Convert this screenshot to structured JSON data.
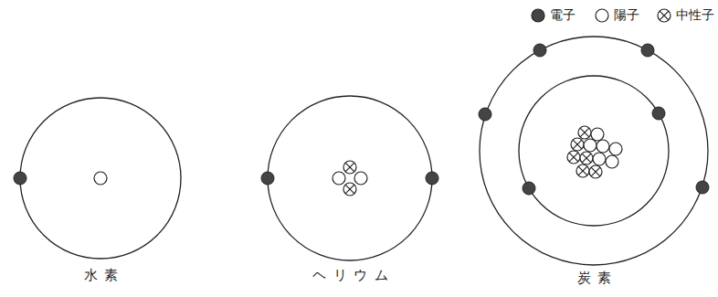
{
  "diagram": {
    "labels": [
      "水素",
      "ヘリウム",
      "炭素"
    ],
    "legend": [
      {
        "text": "電子"
      },
      {
        "text": "陽子"
      },
      {
        "text": "中性子"
      }
    ]
  }
}
